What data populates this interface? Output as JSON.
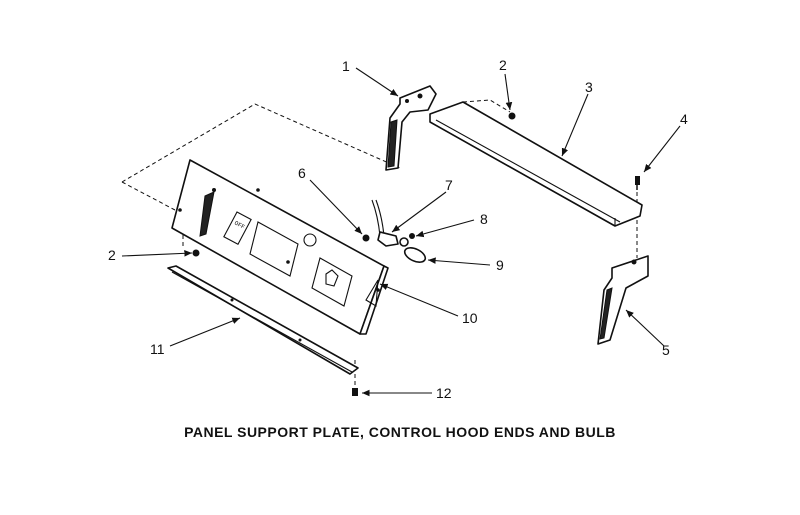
{
  "caption": "PANEL SUPPORT PLATE, CONTROL HOOD ENDS AND BULB",
  "callouts": [
    "1",
    "2",
    "3",
    "4",
    "5",
    "6",
    "7",
    "8",
    "9",
    "10",
    "11",
    "12",
    "2"
  ],
  "panel_text": "OFF"
}
